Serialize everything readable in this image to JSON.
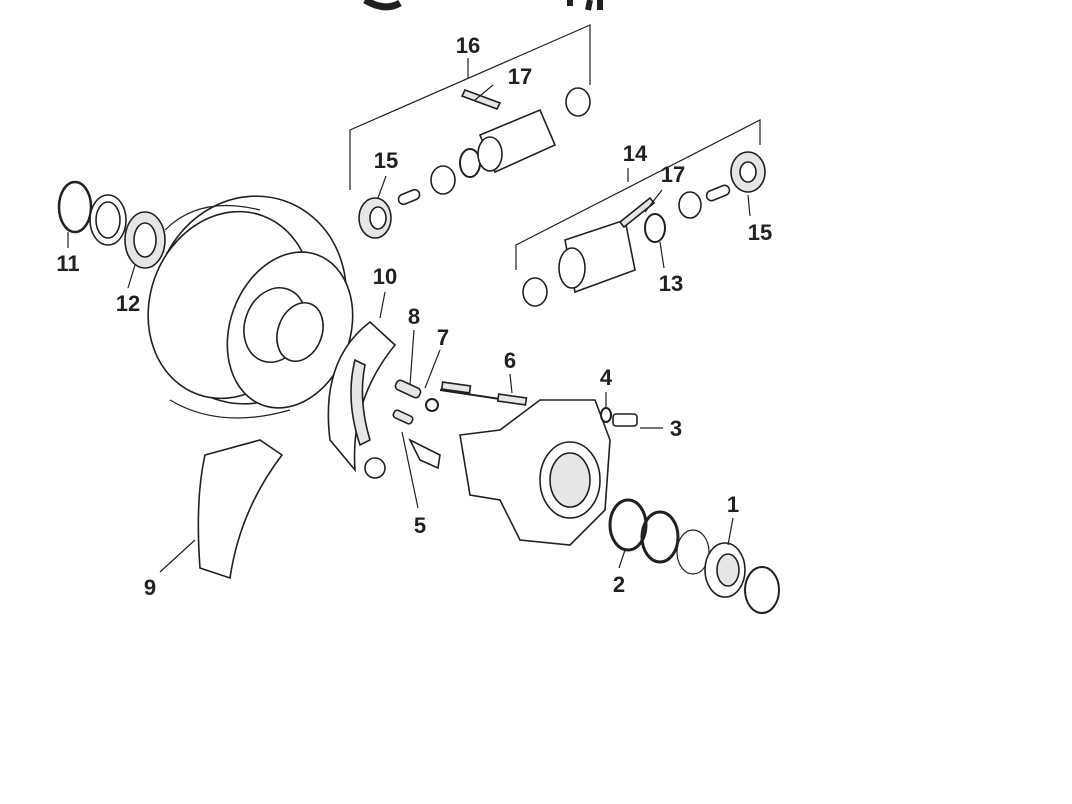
{
  "diagram": {
    "type": "exploded-parts-view",
    "callouts": {
      "c1": "1",
      "c2": "2",
      "c3": "3",
      "c4": "4",
      "c5": "5",
      "c6": "6",
      "c7": "7",
      "c8": "8",
      "c9": "9",
      "c10": "10",
      "c11": "11",
      "c12": "12",
      "c13": "13",
      "c14": "14",
      "c15a": "15",
      "c15b": "15",
      "c16": "16",
      "c17a": "17",
      "c17b": "17"
    },
    "line_color": "#231f20"
  }
}
